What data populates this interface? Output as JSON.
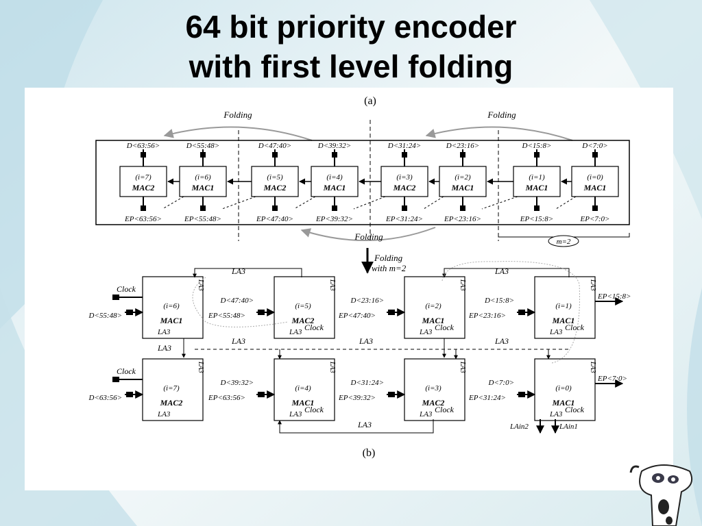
{
  "slide": {
    "title_line1": "64 bit priority encoder",
    "title_line2": "with first level folding"
  },
  "diagram": {
    "panel_a": {
      "caption": "(a)",
      "folding_label": "Folding",
      "m_label": "m=2",
      "inputs": [
        "D<63:56>",
        "D<55:48>",
        "D<47:40>",
        "D<39:32>",
        "D<31:24>",
        "D<23:16>",
        "D<15:8>",
        "D<7:0>"
      ],
      "outputs": [
        "EP<63:56>",
        "EP<55:48>",
        "EP<47:40>",
        "EP<39:32>",
        "EP<31:24>",
        "EP<23:16>",
        "EP<15:8>",
        "EP<7:0>"
      ],
      "blocks": [
        {
          "index": "(i=7)",
          "name": "MAC2"
        },
        {
          "index": "(i=6)",
          "name": "MAC1"
        },
        {
          "index": "(i=5)",
          "name": "MAC2"
        },
        {
          "index": "(i=4)",
          "name": "MAC1"
        },
        {
          "index": "(i=3)",
          "name": "MAC2"
        },
        {
          "index": "(i=2)",
          "name": "MAC1"
        },
        {
          "index": "(i=1)",
          "name": "MAC1"
        },
        {
          "index": "(i=0)",
          "name": "MAC1"
        }
      ]
    },
    "transition_label_1": "Folding",
    "transition_label_2": "with m=2",
    "panel_b": {
      "caption": "(b)",
      "clock": "Clock",
      "blocks": [
        {
          "index": "(i=6)",
          "name": "MAC1",
          "in": "D<55:48>"
        },
        {
          "index": "(i=5)",
          "name": "MAC2",
          "in": "D<47:40>",
          "out": "EP<55:48>"
        },
        {
          "index": "(i=2)",
          "name": "MAC1",
          "in": "D<23:16>",
          "out": "EP<47:40>"
        },
        {
          "index": "(i=1)",
          "name": "MAC1",
          "in": "D<15:8>",
          "out": "EP<23:16>"
        },
        {
          "index": "(i=7)",
          "name": "MAC2",
          "in": "D<63:56>"
        },
        {
          "index": "(i=4)",
          "name": "MAC1",
          "in": "D<39:32>",
          "out": "EP<63:56>"
        },
        {
          "index": "(i=3)",
          "name": "MAC2",
          "in": "D<31:24>",
          "out": "EP<39:32>"
        },
        {
          "index": "(i=0)",
          "name": "MAC1",
          "in": "D<7:0>",
          "out": "EP<31:24>"
        }
      ],
      "outputs_right": [
        "EP<15:8>",
        "EP<7:0>"
      ],
      "wire_labels": {
        "la3_5": "LA3",
        "la3_1": "LA3",
        "la3_4": "LA3",
        "la3_2": "LA3",
        "la3_0": "LA3",
        "la3_6": "LA3",
        "la3_3": "LA3",
        "la3_i": "LA3",
        "la3_s": "LA3",
        "lain2": "LAin2",
        "lain1": "LAin1"
      }
    }
  }
}
